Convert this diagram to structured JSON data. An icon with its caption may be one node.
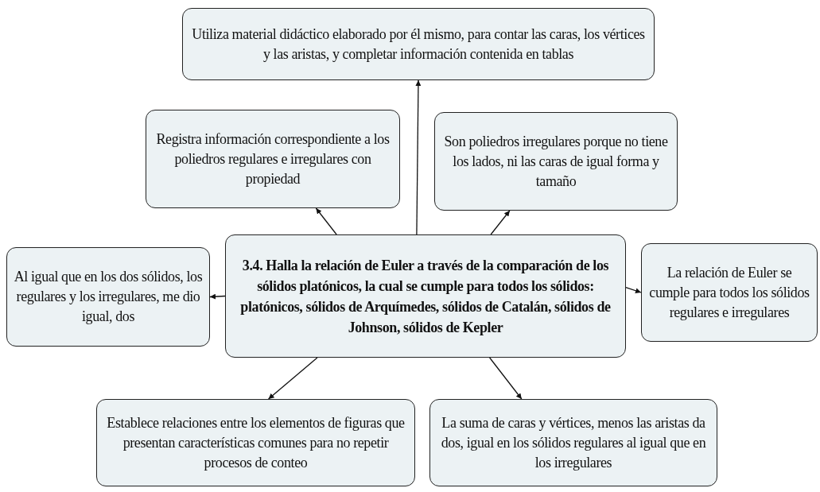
{
  "diagram": {
    "nodes": [
      {
        "text": [
          "Utiliza material didáctico elaborado por él mismo, para contar las caras, los vértices y las aristas, y completar información contenida en tablas"
        ]
      },
      {
        "text": [
          "Registra información correspondiente a los poliedros regulares e irregulares con propiedad"
        ]
      },
      {
        "text": [
          "Son poliedros irregulares porque no tiene los lados, ni las caras de igual forma y tamaño"
        ]
      },
      {
        "text": [
          "3.4. Halla la relación de Euler a través de la comparación de los sólidos platónicos, la cual se cumple para todos los sólidos: platónicos, sólidos de Arquímedes, sólidos de Catalán, sólidos de Johnson, sólidos de Kepler"
        ]
      },
      {
        "text": [
          "Al igual que en los dos sólidos, los regulares y los irregulares, me dio igual, dos"
        ]
      },
      {
        "text": [
          "La relación de Euler se cumple para todos los sólidos regulares e irregulares"
        ]
      },
      {
        "text": [
          "Establece relaciones entre los elementos de figuras que presentan características comunes para no repetir procesos de conteo"
        ]
      },
      {
        "text": [
          "La suma de caras y vértices, menos las aristas da dos, igual en los sólidos regulares al igual que en los irregulares"
        ]
      }
    ],
    "edges": [
      {
        "from": 3,
        "to": 0,
        "arrow": "to"
      },
      {
        "from": 3,
        "to": 1,
        "arrow": "to"
      },
      {
        "from": 3,
        "to": 2,
        "arrow": "to"
      },
      {
        "from": 3,
        "to": 4,
        "arrow": "to"
      },
      {
        "from": 3,
        "to": 5,
        "arrow": "to"
      },
      {
        "from": 3,
        "to": 6,
        "arrow": "to"
      },
      {
        "from": 3,
        "to": 7,
        "arrow": "to"
      }
    ]
  }
}
